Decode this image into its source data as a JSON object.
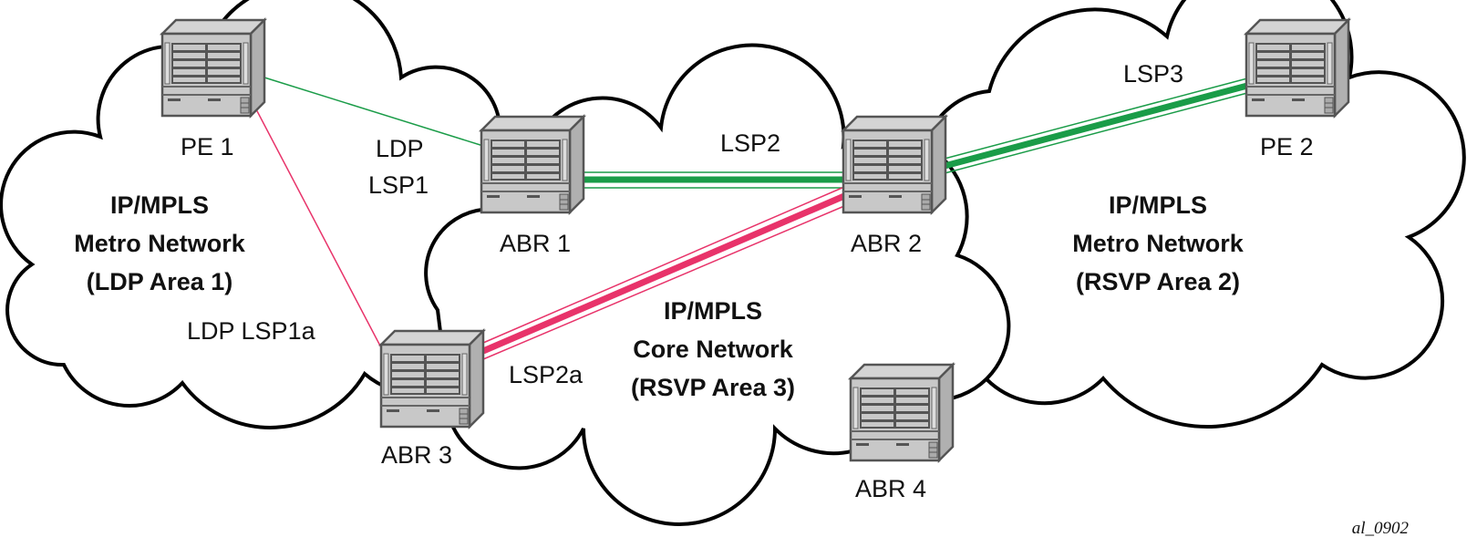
{
  "colors": {
    "ldp": "#1a9c48",
    "rsvp": "#e8336a",
    "device": "#c8c8c8"
  },
  "nodes": {
    "pe1": "PE 1",
    "pe2": "PE 2",
    "abr1": "ABR 1",
    "abr2": "ABR 2",
    "abr3": "ABR 3",
    "abr4": "ABR 4"
  },
  "links": {
    "ldp_lsp1": [
      "LDP",
      "LSP1"
    ],
    "ldp_lsp1a": "LDP LSP1a",
    "lsp2": "LSP2",
    "lsp2a": "LSP2a",
    "lsp3": "LSP3"
  },
  "areas": {
    "left": [
      "IP/MPLS",
      "Metro Network",
      "(LDP Area 1)"
    ],
    "core": [
      "IP/MPLS",
      "Core Network",
      "(RSVP Area 3)"
    ],
    "right": [
      "IP/MPLS",
      "Metro Network",
      "(RSVP Area 2)"
    ]
  },
  "figure_id": "al_0902"
}
